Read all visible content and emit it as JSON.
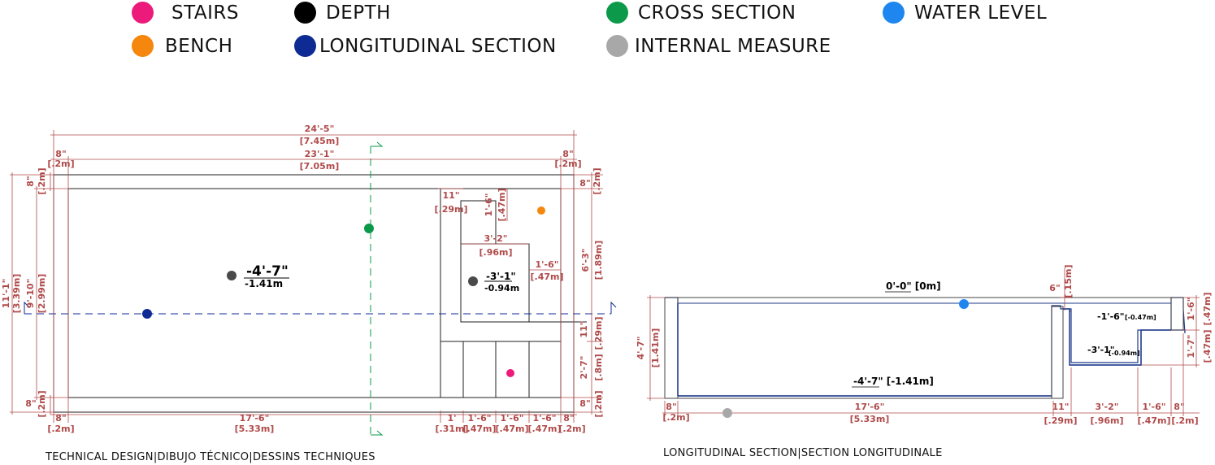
{
  "legend": [
    {
      "label": "STAIRS",
      "color": "#ec1a7a"
    },
    {
      "label": "DEPTH",
      "color": "#000000"
    },
    {
      "label": "CROSS SECTION",
      "color": "#0c9a4a"
    },
    {
      "label": "WATER LEVEL",
      "color": "#1f86f0"
    },
    {
      "label": "BENCH",
      "color": "#f5870f"
    },
    {
      "label": "LONGITUDINAL SECTION",
      "color": "#0e2b94"
    },
    {
      "label": "INTERNAL MEASURE",
      "color": "#a8a8a8"
    }
  ],
  "plan": {
    "caption": "TECHNICAL DESIGN|DIBUJO TÉCNICO|DESSINS TECHNIQUES",
    "dims": {
      "overall_length_ft": "24'-5\"",
      "overall_length_m": "[7.45m]",
      "inner_length_ft": "23'-1\"",
      "inner_length_m": "[7.05m]",
      "left_wall_top_ft": "8\"",
      "left_wall_top_m": "[.2m]",
      "right_wall_top_ft": "8\"",
      "right_wall_top_m": "[.2m]",
      "overall_width_ft": "11'-1\"",
      "overall_width_m": "[3.39m]",
      "inner_width_ft": "9'-10\"",
      "inner_width_m": "[2.99m]",
      "top_wall_left_ft": "8\"",
      "top_wall_left_m": "[.2m]",
      "bottom_wall_left_ft": "8\"",
      "bottom_wall_left_m": "[.2m]",
      "right_top_wall_ft": "8\"",
      "right_top_wall_m": "[.2m]",
      "right_upper_ft": "6'-3\"",
      "right_upper_m": "[1.89m]",
      "right_mid_ft": "11\"",
      "right_mid_m": "[.29m]",
      "right_lower_ft": "2'-7\"",
      "right_lower_m": "[.8m]",
      "right_bottom_wall_ft": "8\"",
      "right_bottom_wall_m": "[.2m]",
      "stair_offset_ft": "11\"",
      "stair_offset_m": "[.29m]",
      "bench_vert_ft": "1'-6\"",
      "bench_vert_m": "[.47m]",
      "step_width_ft": "3'-2\"",
      "step_width_m": "[.96m]",
      "bench_side_ft": "1'-6\"",
      "bench_side_m": "[.47m]",
      "bottom_left_wall_ft": "8\"",
      "bottom_left_wall_m": "[.2m]",
      "main_length_ft": "17'-6\"",
      "main_length_m": "[5.33m]",
      "b1_ft": "1'",
      "b1_m": "[.31m]",
      "b2_ft": "1'-6\"",
      "b2_m": "[.47m]",
      "b3_ft": "1'-6\"",
      "b3_m": "[.47m]",
      "b4_ft": "1'-6\"",
      "b4_m": "[.47m]",
      "b5_ft": "8\"",
      "b5_m": "[.2m]"
    },
    "depth_main_ft": "-4'-7\"",
    "depth_main_m": "-1.41m",
    "depth_step_ft": "-3'-1\"",
    "depth_step_m": "-0.94m"
  },
  "section": {
    "caption": "LONGITUDINAL SECTION|SECTION LONGITUDINALE",
    "water_level": "0'-0\" [0m]",
    "level_bench": "-1'-6\"",
    "level_bench_m": "[-0.47m]",
    "level_step": "-3'-1\"",
    "level_step_m": "[-0.94m]",
    "level_floor": "-4'-7\" [-1.41m]",
    "dims": {
      "depth_ft": "4'-7\"",
      "depth_m": "[1.41m]",
      "wall_top_ft": "6\"",
      "wall_top_m": "[.15m]",
      "right_upper_ft": "1'-6\"",
      "right_upper_m": "[.47m]",
      "right_lower_ft": "1'-7\"",
      "right_lower_m": "[.47m]",
      "b_left_ft": "8\"",
      "b_left_m": "[.2m]",
      "b_main_ft": "17'-6\"",
      "b_main_m": "[5.33m]",
      "b_wall_ft": "11\"",
      "b_wall_m": "[.29m]",
      "b_step_ft": "3'-2\"",
      "b_step_m": "[.96m]",
      "b_bench_ft": "1'-6\"",
      "b_bench_m": "[.47m]",
      "b_right_ft": "8\"",
      "b_right_m": "[.2m]"
    }
  }
}
